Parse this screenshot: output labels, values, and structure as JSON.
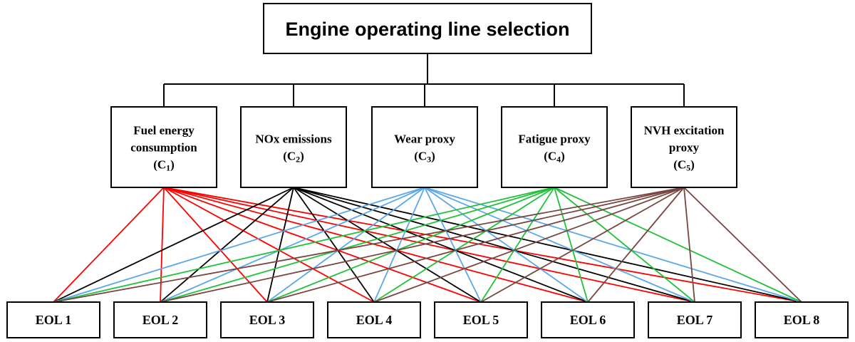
{
  "goal": {
    "label": "Engine operating line selection"
  },
  "criteria": [
    {
      "id": "C1",
      "lines": [
        "Fuel energy",
        "consumption"
      ],
      "code_prefix": "C",
      "code_sub": "1",
      "color": "#ff0000"
    },
    {
      "id": "C2",
      "lines": [
        "NOx emissions"
      ],
      "code_prefix": "C",
      "code_sub": "2",
      "color": "#000000"
    },
    {
      "id": "C3",
      "lines": [
        "Wear proxy"
      ],
      "code_prefix": "C",
      "code_sub": "3",
      "color": "#5ba7e8"
    },
    {
      "id": "C4",
      "lines": [
        "Fatigue proxy"
      ],
      "code_prefix": "C",
      "code_sub": "4",
      "color": "#22c13a"
    },
    {
      "id": "C5",
      "lines": [
        "NVH excitation",
        "proxy"
      ],
      "code_prefix": "C",
      "code_sub": "5",
      "color": "#7a4540"
    }
  ],
  "alternatives": [
    "EOL 1",
    "EOL 2",
    "EOL 3",
    "EOL 4",
    "EOL 5",
    "EOL 6",
    "EOL 7",
    "EOL 8"
  ]
}
